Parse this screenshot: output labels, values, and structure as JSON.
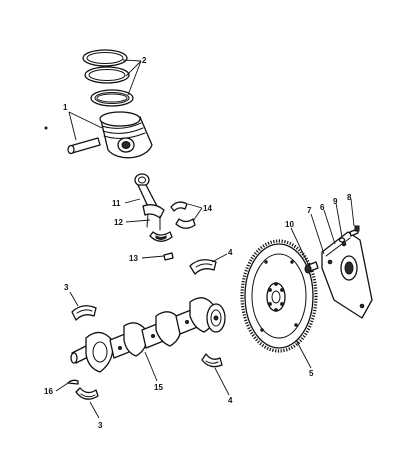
{
  "callouts": {
    "c1": "1",
    "c2": "2",
    "c3a": "3",
    "c3b": "3",
    "c4a": "4",
    "c4b": "4",
    "c5": "5",
    "c6": "6",
    "c7": "7",
    "c8": "8",
    "c9": "9",
    "c10": "10",
    "c11": "11",
    "c12": "12",
    "c13": "13",
    "c14": "14",
    "c15": "15",
    "c16": "16"
  },
  "colors": {
    "line": "#111111",
    "background": "#ffffff",
    "dark_fill": "#2a2a2a"
  }
}
